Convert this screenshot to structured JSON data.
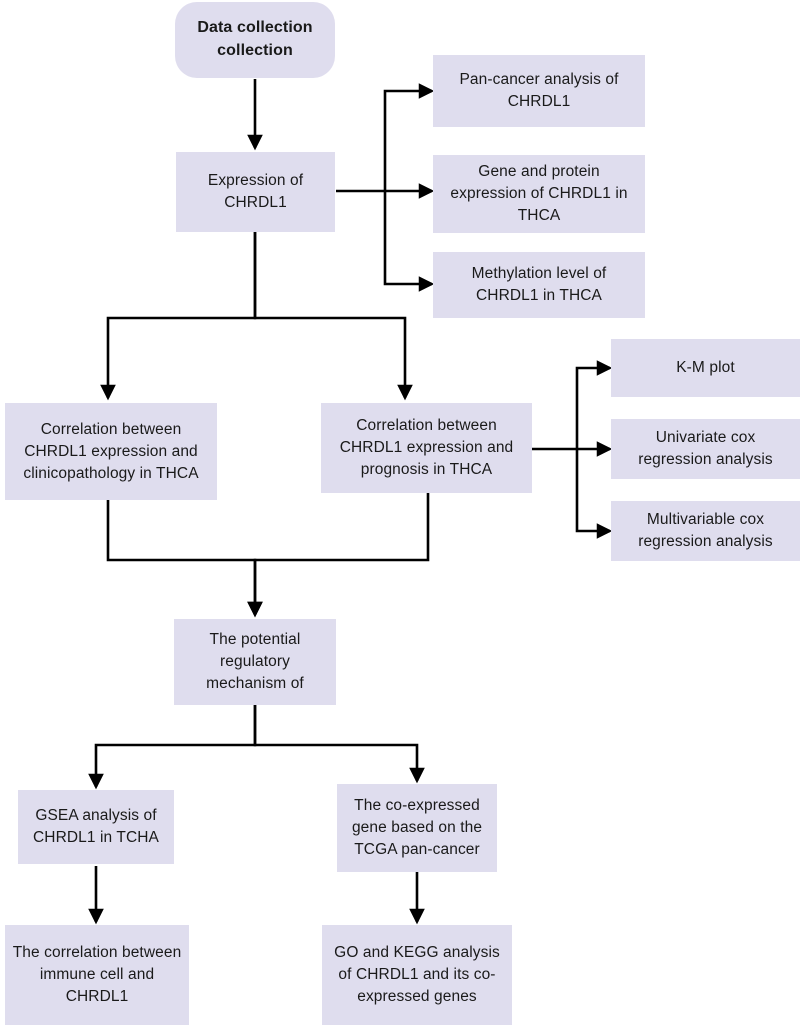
{
  "diagram": {
    "title": "CHRDL1 study workflow flowchart",
    "box_fill": "#DFDDEE",
    "connector_color": "#000000",
    "nodes": {
      "data_collection": "Data collection collection",
      "expression": "Expression of CHRDL1",
      "pan_cancer": "Pan-cancer analysis of CHRDL1",
      "gene_protein": "Gene and protein expression of CHRDL1 in THCA",
      "methylation": "Methylation level of CHRDL1 in THCA",
      "clinicopathology": "Correlation between CHRDL1 expression and clinicopathology in THCA",
      "prognosis": "Correlation between CHRDL1 expression and prognosis in THCA",
      "km_plot": "K-M plot",
      "univariate_cox": "Univariate cox regression analysis",
      "multivariable_cox": "Multivariable cox regression analysis",
      "mechanism": "The potential regulatory mechanism of",
      "gsea": "GSEA analysis of CHRDL1 in TCHA",
      "co_expressed": "The co-expressed gene based on the TCGA pan-cancer",
      "immune_correlation": "The correlation between immune cell and CHRDL1",
      "go_kegg": "GO and KEGG analysis of CHRDL1 and its co-expressed genes"
    }
  }
}
